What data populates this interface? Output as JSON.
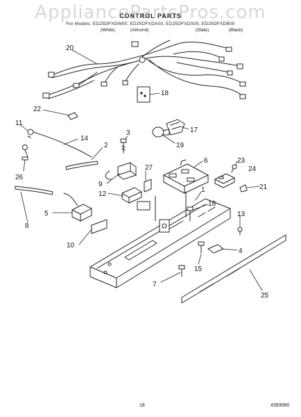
{
  "watermark": "AppliancePartsPros.com",
  "header": {
    "title": "CONTROL PARTS",
    "models": "For Models: ED25DFXDW00, ED25DFXDA00, ED25DFXDS00, ED25DFXDB00",
    "colors": [
      "(White)",
      "(Almond)",
      "(Slate)",
      "(Black)"
    ]
  },
  "callouts": [
    "20",
    "18",
    "22",
    "11",
    "14",
    "3",
    "17",
    "19",
    "2",
    "27",
    "6",
    "23",
    "24",
    "26",
    "9",
    "1",
    "21",
    "12",
    "16",
    "5",
    "13",
    "8",
    "4",
    "10",
    "15",
    "7",
    "25"
  ],
  "footer": {
    "page": "18",
    "code": "4393060"
  }
}
